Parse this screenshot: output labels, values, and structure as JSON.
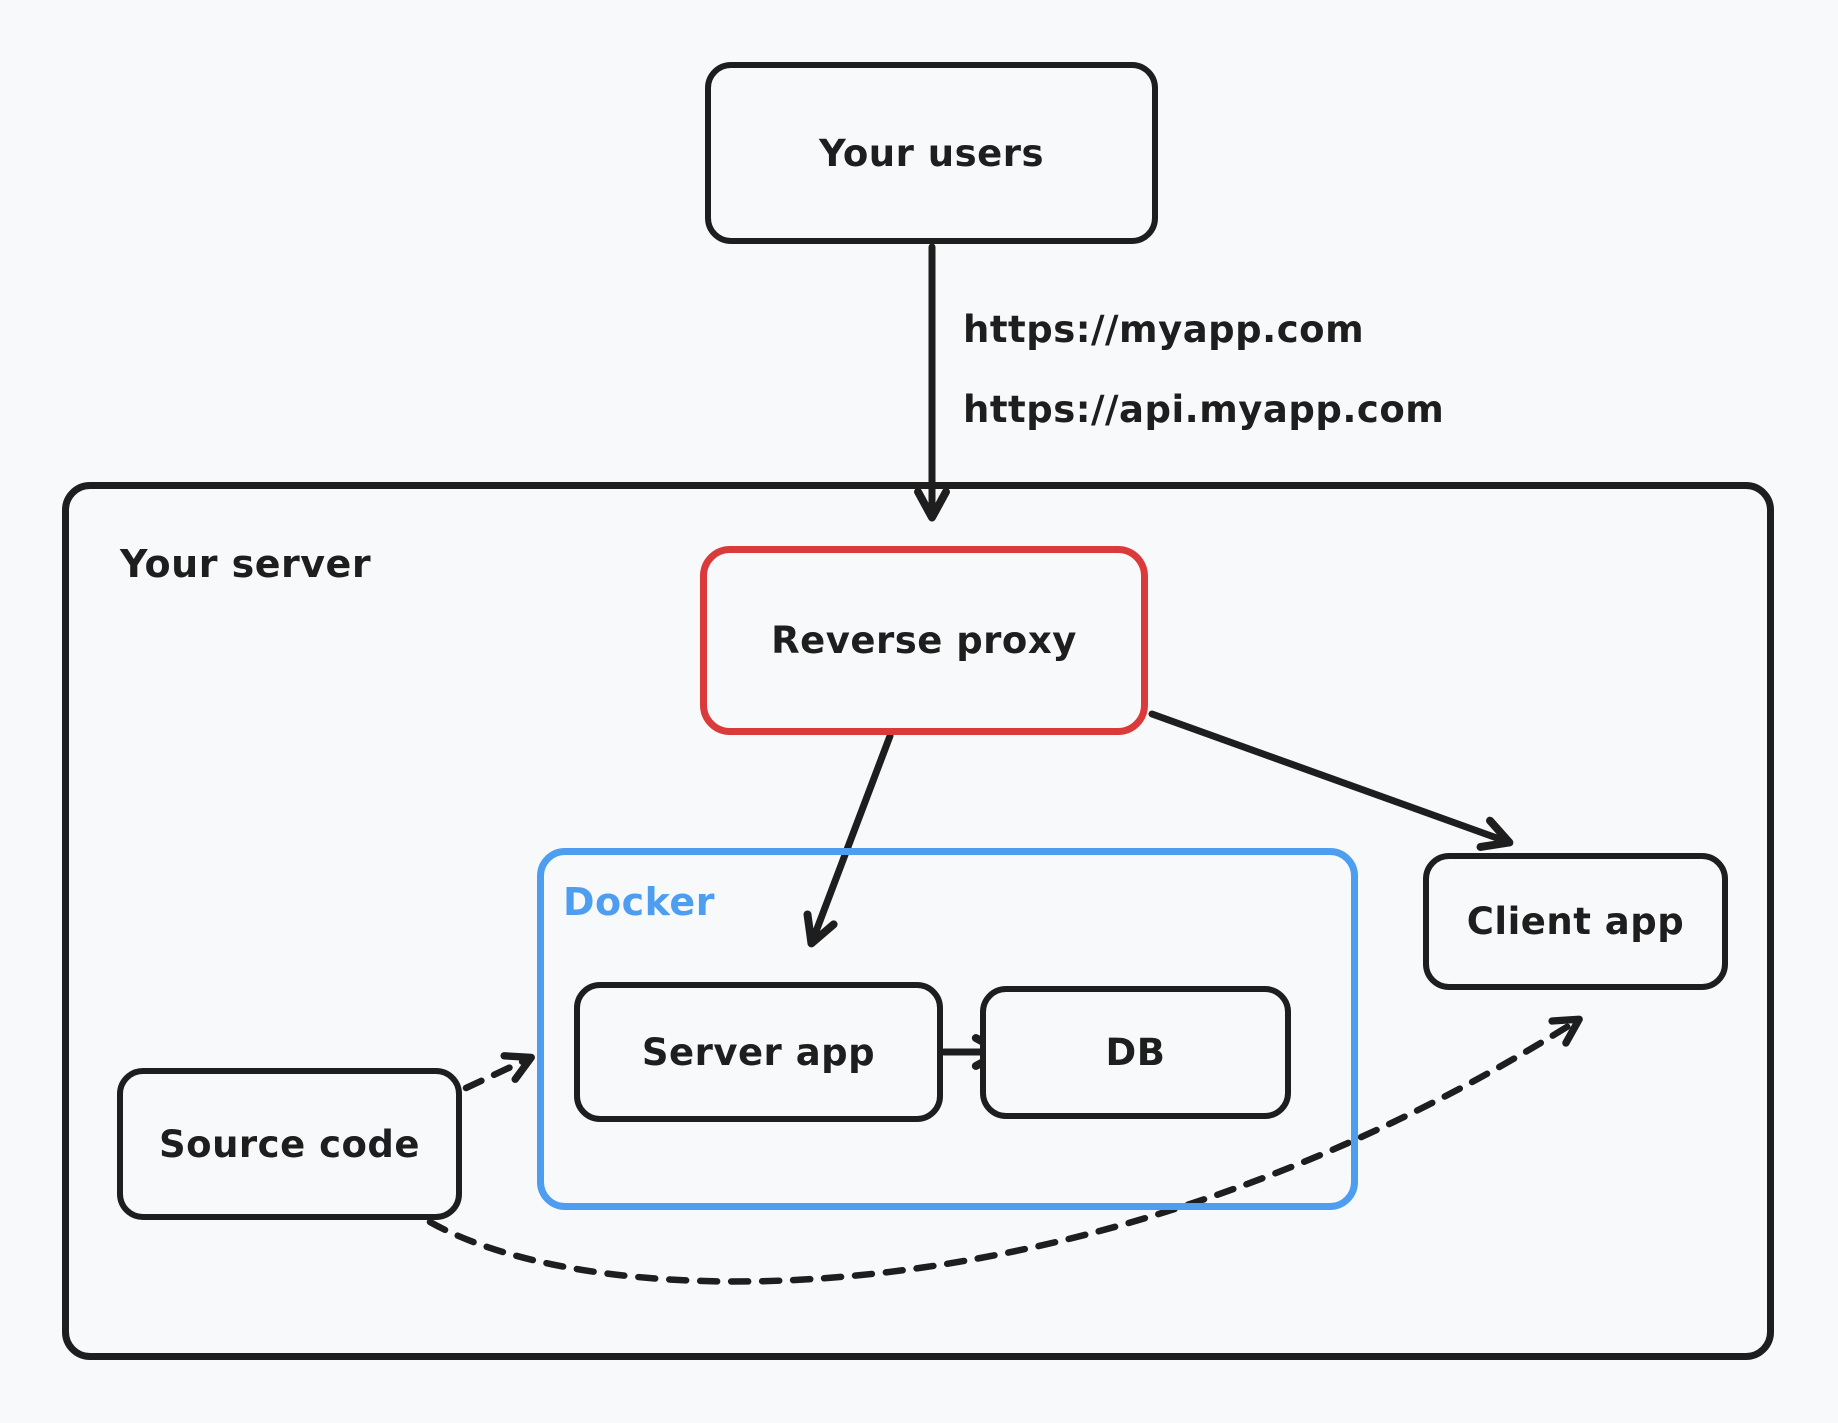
{
  "canvas": {
    "background": "#f8f9fb",
    "stroke_color": "#1e1e1e",
    "accent_red": "#db3a3a",
    "accent_blue": "#4d9ef0"
  },
  "nodes": {
    "your_users": {
      "label": "Your users"
    },
    "your_server": {
      "label": "Your server"
    },
    "reverse_proxy": {
      "label": "Reverse proxy",
      "border_color": "#db3a3a"
    },
    "docker": {
      "label": "Docker",
      "border_color": "#4d9ef0"
    },
    "server_app": {
      "label": "Server app"
    },
    "db": {
      "label": "DB"
    },
    "client_app": {
      "label": "Client app"
    },
    "source_code": {
      "label": "Source code"
    }
  },
  "edges": {
    "users_to_reverse_proxy": {
      "style": "solid",
      "labels": [
        "https://myapp.com",
        "https://api.myapp.com"
      ]
    },
    "reverse_proxy_to_server_app": {
      "style": "solid"
    },
    "reverse_proxy_to_client_app": {
      "style": "solid"
    },
    "server_app_to_db": {
      "style": "solid"
    },
    "source_code_to_server_app": {
      "style": "dashed"
    },
    "source_code_to_client_app": {
      "style": "dashed"
    }
  }
}
